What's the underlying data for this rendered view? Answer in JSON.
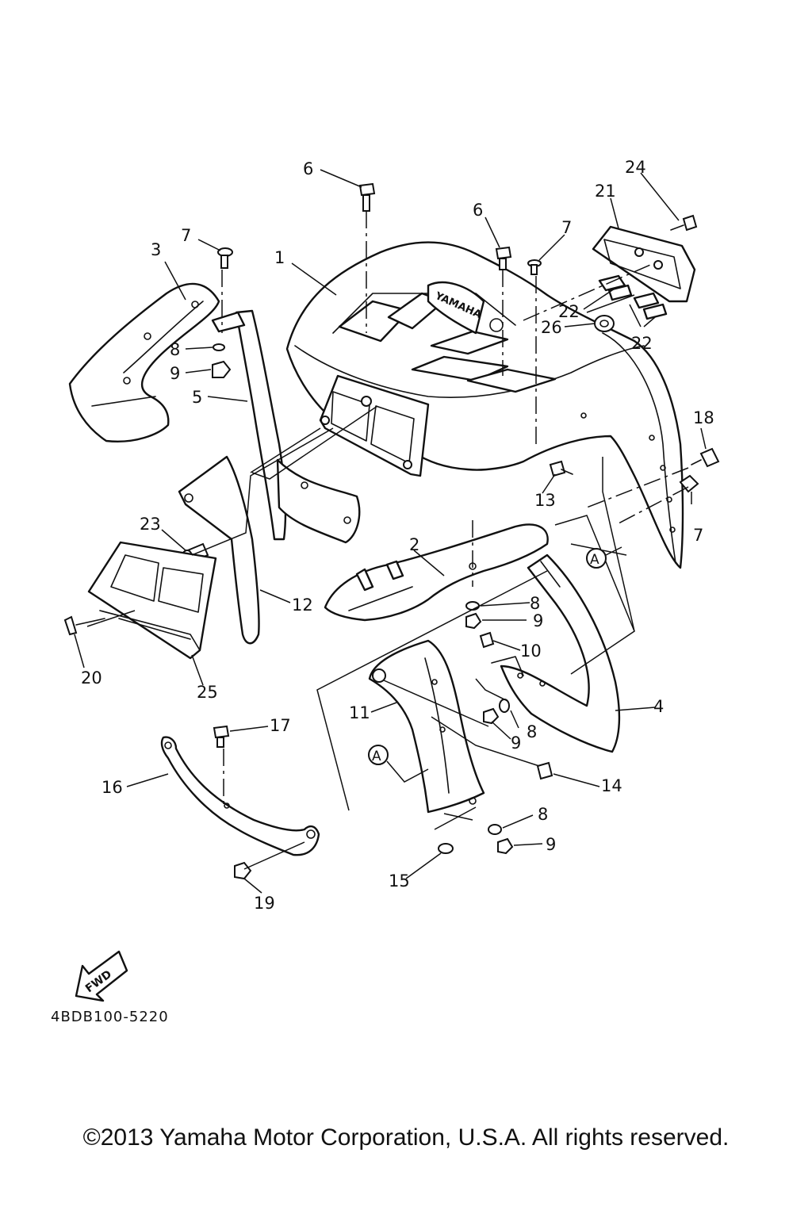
{
  "diagram": {
    "callouts": [
      {
        "id": "c1",
        "text": "1"
      },
      {
        "id": "c2",
        "text": "2"
      },
      {
        "id": "c3",
        "text": "3"
      },
      {
        "id": "c4",
        "text": "4"
      },
      {
        "id": "c5",
        "text": "5"
      },
      {
        "id": "c6a",
        "text": "6"
      },
      {
        "id": "c6b",
        "text": "6"
      },
      {
        "id": "c7a",
        "text": "7"
      },
      {
        "id": "c7b",
        "text": "7"
      },
      {
        "id": "c7c",
        "text": "7"
      },
      {
        "id": "c8a",
        "text": "8"
      },
      {
        "id": "c8b",
        "text": "8"
      },
      {
        "id": "c8c",
        "text": "8"
      },
      {
        "id": "c8d",
        "text": "8"
      },
      {
        "id": "c9a",
        "text": "9"
      },
      {
        "id": "c9b",
        "text": "9"
      },
      {
        "id": "c9c",
        "text": "9"
      },
      {
        "id": "c9d",
        "text": "9"
      },
      {
        "id": "c10",
        "text": "10"
      },
      {
        "id": "c11",
        "text": "11"
      },
      {
        "id": "c12",
        "text": "12"
      },
      {
        "id": "c13",
        "text": "13"
      },
      {
        "id": "c14",
        "text": "14"
      },
      {
        "id": "c15",
        "text": "15"
      },
      {
        "id": "c16",
        "text": "16"
      },
      {
        "id": "c17",
        "text": "17"
      },
      {
        "id": "c18",
        "text": "18"
      },
      {
        "id": "c19",
        "text": "19"
      },
      {
        "id": "c20",
        "text": "20"
      },
      {
        "id": "c21",
        "text": "21"
      },
      {
        "id": "c22a",
        "text": "22"
      },
      {
        "id": "c22b",
        "text": "22"
      },
      {
        "id": "c23",
        "text": "23"
      },
      {
        "id": "c24",
        "text": "24"
      },
      {
        "id": "c25",
        "text": "25"
      },
      {
        "id": "c26",
        "text": "26"
      }
    ],
    "reference_marks": [
      {
        "id": "ra",
        "text": "A"
      },
      {
        "id": "rb",
        "text": "A"
      }
    ],
    "brand_text": "YAMAHA",
    "fwd_label": "FWD",
    "diagram_code": "4BDB100-5220"
  },
  "footer": {
    "copyright": "©2013 Yamaha Motor Corporation, U.S.A. All rights reserved."
  }
}
